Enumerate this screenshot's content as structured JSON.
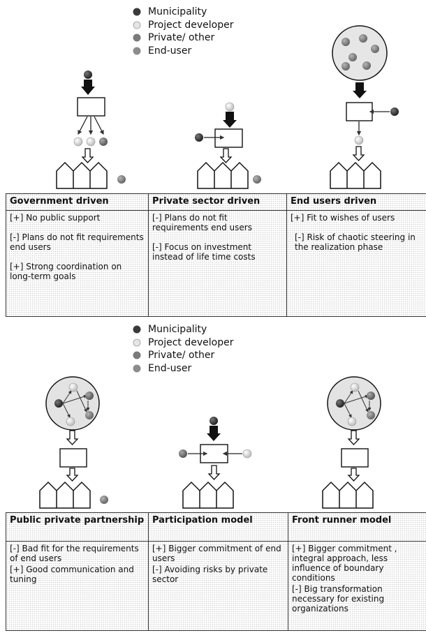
{
  "colors": {
    "municipality": "#3a3a3a",
    "project_developer": "#d8d8d8",
    "private_other": "#7a7a7a",
    "end_user": "#8c8c8c"
  },
  "legend_top": {
    "municipality": "Municipality",
    "project_developer": "Project developer",
    "private_other": "Private/ other",
    "end_user": "End-user"
  },
  "legend_bottom": {
    "municipality": "Municipality",
    "project_developer": "Project developer",
    "private_other": "Private/ other",
    "end_user": "End-user"
  },
  "table_top": {
    "headers": [
      "Government driven",
      "Private sector driven",
      "End users driven"
    ],
    "col1": [
      "[+] No public support",
      "[-] Plans do not fit requirements end users",
      "[+] Strong coordination on long-term goals"
    ],
    "col2": [
      "[-] Plans do not fit requirements end users",
      "[-] Focus on investment instead of life time costs"
    ],
    "col3": [
      "[+] Fit to wishes of users",
      "[-] Risk of chaotic steering in the realization phase"
    ]
  },
  "table_bottom": {
    "headers": [
      "Public private partnership",
      "Participation model",
      "Front runner model"
    ],
    "col1": [
      "[-] Bad fit for the requirements of end users",
      "[+] Good communication and tuning"
    ],
    "col2": [
      "[+] Bigger commitment of end users",
      "[-] Avoiding risks by private sector"
    ],
    "col3": [
      "[+] Bigger commitment , integral approach, less influence of boundary conditions",
      "[-] Big transformation necessary for existing organizations"
    ]
  }
}
